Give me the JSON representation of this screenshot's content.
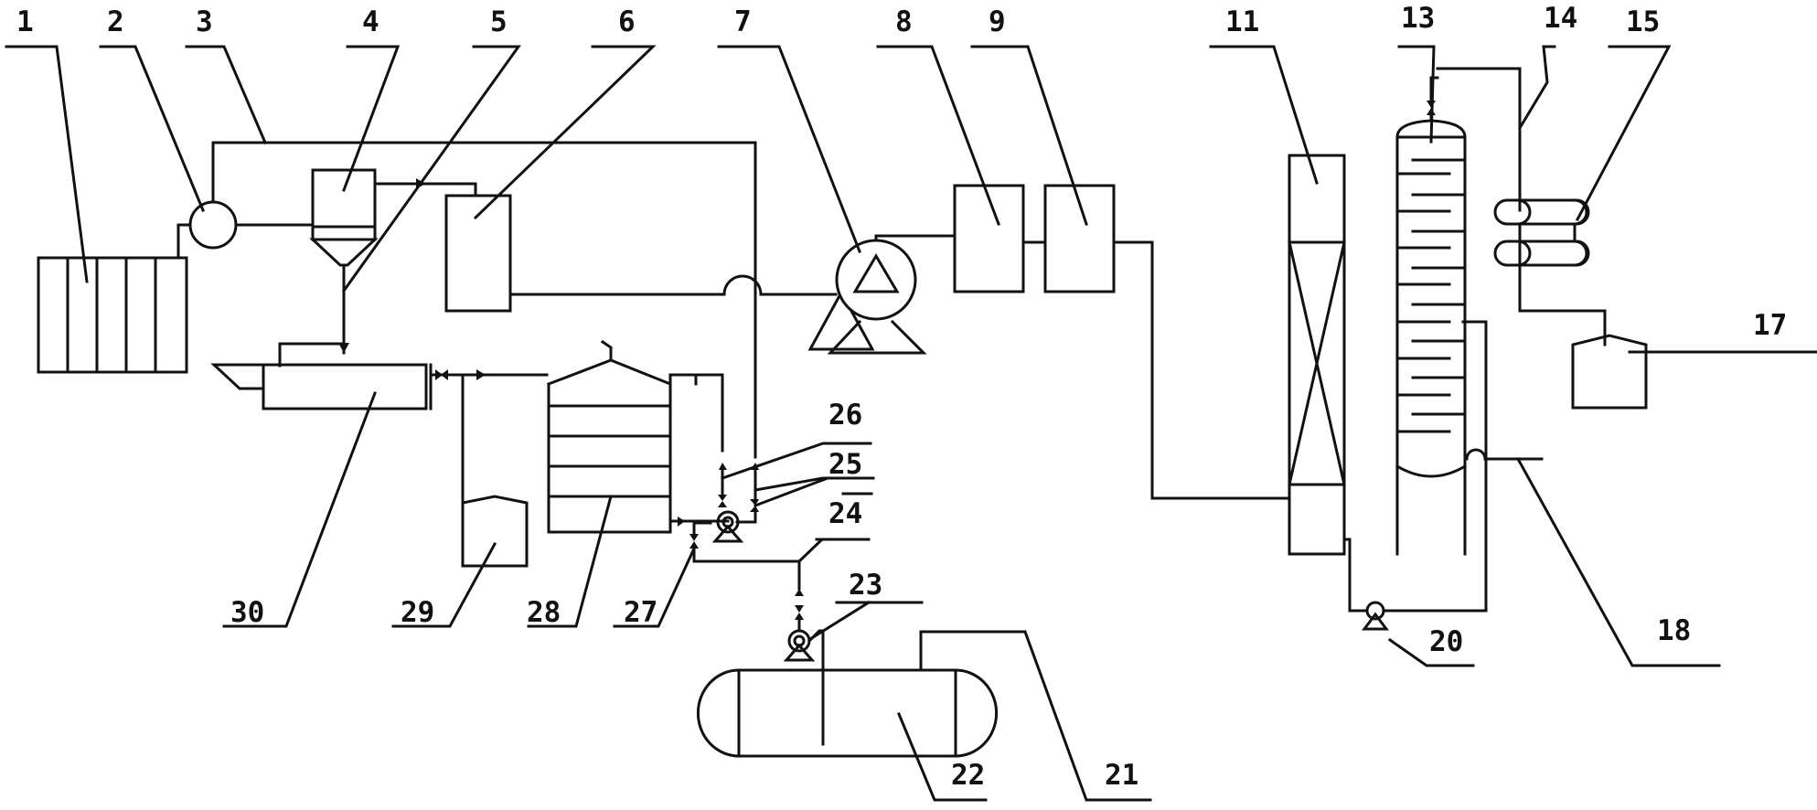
{
  "diagram": {
    "colors": {
      "line": "#111111",
      "background": "#ffffff"
    },
    "labels": {
      "l1": "1",
      "l2": "2",
      "l3": "3",
      "l4": "4",
      "l5": "5",
      "l6": "6",
      "l7": "7",
      "l8": "8",
      "l9": "9",
      "l11": "11",
      "l13": "13",
      "l14": "14",
      "l15": "15",
      "l17": "17",
      "l18": "18",
      "l20": "20",
      "l21": "21",
      "l22": "22",
      "l23": "23",
      "l24": "24",
      "l25": "25",
      "l26": "26",
      "l27": "27",
      "l28": "28",
      "l29": "29",
      "l30": "30"
    }
  }
}
